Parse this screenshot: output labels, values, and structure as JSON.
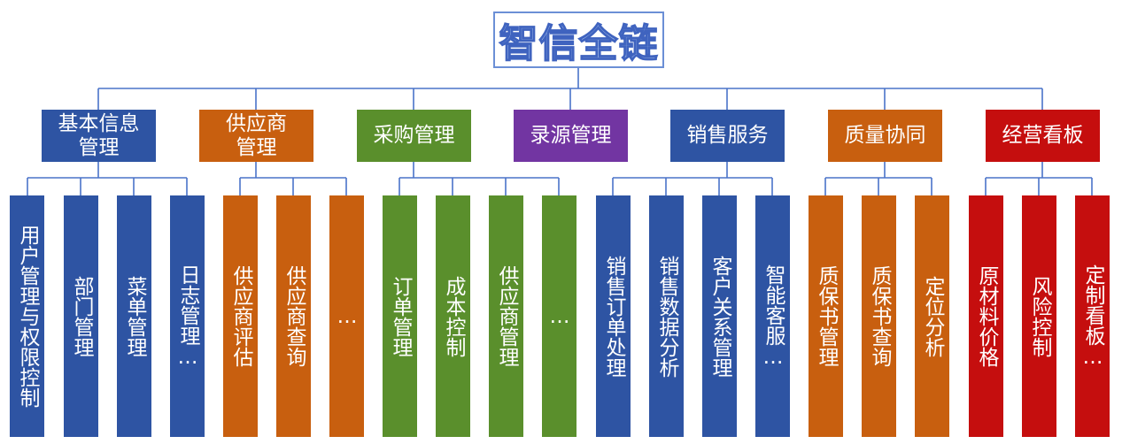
{
  "root": {
    "title": "智信全链"
  },
  "categories": [
    {
      "label": "基本信息\n管理",
      "children": [
        "用户管理与权限控制",
        "部门管理",
        "菜单管理",
        "日志管理…"
      ]
    },
    {
      "label": "供应商\n管理",
      "children": [
        "供应商评估",
        "供应商查询",
        "…"
      ]
    },
    {
      "label": "采购管理",
      "children": [
        "订单管理",
        "成本控制",
        "供应商管理",
        "…"
      ]
    },
    {
      "label": "录源管理",
      "children": []
    },
    {
      "label": "销售服务",
      "children": [
        "销售订单处理",
        "销售数据分析",
        "客户关系管理",
        "智能客服…"
      ]
    },
    {
      "label": "质量协同",
      "children": [
        "质保书管理",
        "质保书查询",
        "定位分析"
      ]
    },
    {
      "label": "经营看板",
      "children": [
        "原材料价格",
        "风险控制",
        "定制看板…"
      ]
    }
  ],
  "colors": {
    "blue": "#2e54a3",
    "orange": "#c85f0f",
    "green": "#5a8f2c",
    "purple": "#7235a2",
    "red": "#c50e0e",
    "connector": "#4a73c9"
  }
}
